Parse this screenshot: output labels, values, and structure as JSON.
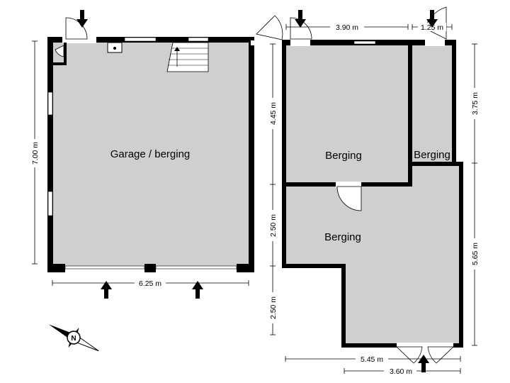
{
  "rooms": {
    "garage": "Garage / berging",
    "berging_top": "Berging",
    "berging_small": "Berging",
    "berging_bottom": "Berging"
  },
  "dimensions": {
    "garage_height": "7.00 m",
    "garage_width": "6.25 m",
    "top_width": "3.90 m",
    "small_width": "1.25 m",
    "left_mid_top": "4.45 m",
    "left_mid_mid": "2.50 m",
    "left_mid_bottom": "2.50 m",
    "right_top": "3.75 m",
    "right_bottom": "5.65 m",
    "bottom_width_1": "5.45 m",
    "bottom_width_2": "3.60 m"
  },
  "icons": {
    "compass": "north-compass-icon",
    "entry_arrow": "entry-arrow-icon"
  }
}
